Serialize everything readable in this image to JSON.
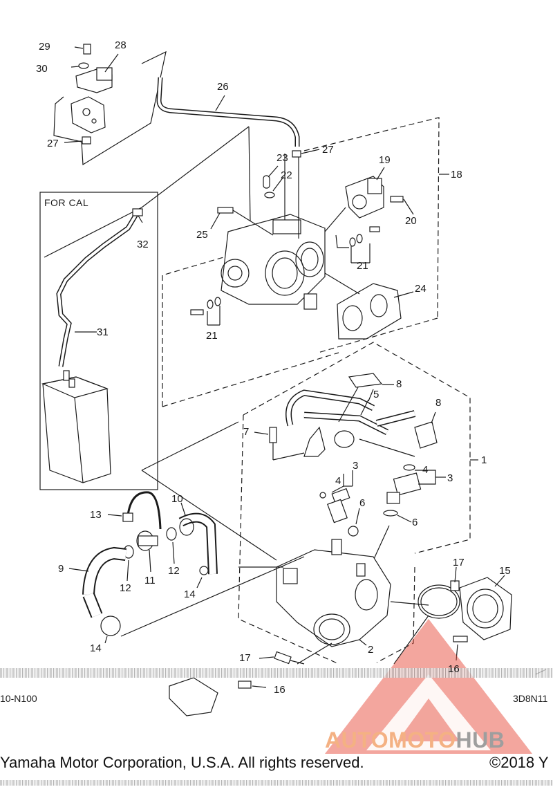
{
  "box_label": "FOR CAL",
  "callouts": {
    "c29": "29",
    "c28": "28",
    "c30": "30",
    "c27a": "27",
    "c26": "26",
    "c23": "23",
    "c27b": "27",
    "c19": "19",
    "c22": "22",
    "c18": "18",
    "c25": "25",
    "c20": "20",
    "c32": "32",
    "c21a": "21",
    "c24": "24",
    "c21b": "21",
    "c31": "31",
    "c8a": "8",
    "c5": "5",
    "c8b": "8",
    "c7": "7",
    "c1": "1",
    "c4a": "4",
    "c3a": "3",
    "c4b": "4",
    "c3b": "3",
    "c10": "10",
    "c13": "13",
    "c6a": "6",
    "c6b": "6",
    "c9": "9",
    "c12a": "12",
    "c11": "11",
    "c12b": "12",
    "c14a": "14",
    "c17a": "17",
    "c15": "15",
    "c14b": "14",
    "c2": "2",
    "c17b": "17",
    "c16a": "16",
    "c16b": "16"
  },
  "ref_left": "10-N100",
  "ref_right": "3D8N11",
  "copyright_left": "Yamaha Motor Corporation, U.S.A. All rights reserved.",
  "copyright_right": "©2018 Y",
  "watermark": {
    "part1": "AUTOMOTO",
    "part2": "HUB",
    "color1": "#f4b183",
    "color2": "#9e9e9e",
    "triangle_color": "#e74c3c"
  }
}
